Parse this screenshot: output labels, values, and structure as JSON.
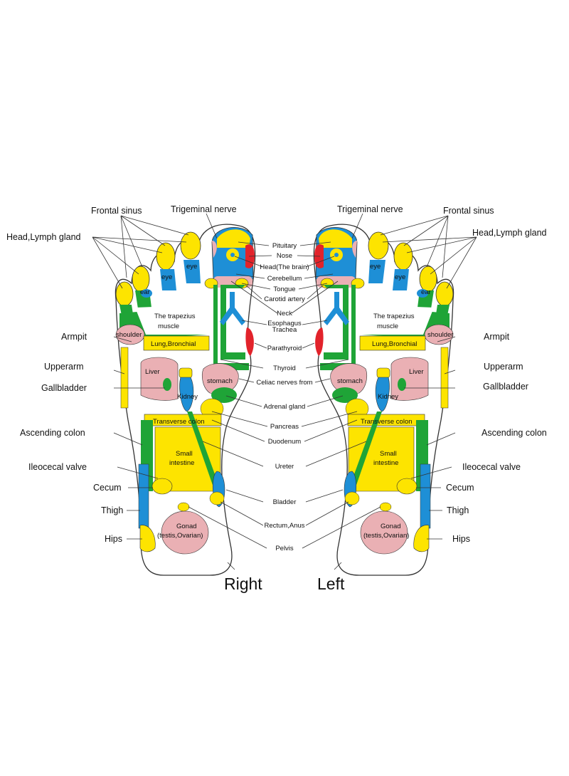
{
  "colors": {
    "yellow": "#fde400",
    "blue": "#1e8fd6",
    "green": "#1fa437",
    "pink": "#eab0b4",
    "red": "#e2232b",
    "outline": "#333333",
    "background": "#ffffff"
  },
  "feet": {
    "right": {
      "caption": "Right",
      "labels": {
        "frontal_sinus": "Frontal sinus",
        "trigeminal_nerve": "Trigeminal nerve",
        "head_lymph_gland": "Head,Lymph gland",
        "armpit": "Armpit",
        "upperarm": "Upperarm",
        "gallbladder": "Gallbladder",
        "ascending_colon": "Ascending colon",
        "ileocecal_valve": "Ileocecal valve",
        "cecum": "Cecum",
        "thigh": "Thigh",
        "hips": "Hips"
      }
    },
    "left": {
      "caption": "Left",
      "labels": {
        "frontal_sinus": "Frontal sinus",
        "trigeminal_nerve": "Trigeminal nerve",
        "head_lymph_gland": "Head,Lymph gland",
        "armpit": "Armpit",
        "upperarm": "Upperarm",
        "gallbladder": "Gallbladder",
        "ascending_colon": "Ascending colon",
        "ileocecal_valve": "Ileocecal valve",
        "cecum": "Cecum",
        "thigh": "Thigh",
        "hips": "Hips"
      }
    }
  },
  "center_labels": {
    "pituitary": "Pituitary",
    "nose": "Nose",
    "head_brain": "Head(The brain)",
    "cerebellum": "Cerebellum",
    "tongue": "Tongue",
    "carotid_artery": "Carotid artery",
    "neck": "Neck",
    "esophagus": "Esophagus",
    "trachea": "Trachea",
    "parathyroid": "Parathyroid",
    "thyroid": "Thyroid",
    "celiac_nerves": "Celiac nerves from",
    "adrenal_gland": "Adrenal gland",
    "pancreas": "Pancreas",
    "duodenum": "Duodenum",
    "ureter": "Ureter",
    "bladder": "Bladder",
    "rectum_anus": "Rectum,Anus",
    "pelvis": "Pelvis"
  },
  "zone_labels": {
    "eye": "eye",
    "ear": "ear",
    "trapezius_1": "The trapezius",
    "trapezius_2": "muscle",
    "shoulder": "shoulder",
    "lung_bronchial": "Lung,Bronchial",
    "liver": "Liver",
    "stomach": "stomach",
    "kidney": "Kidney",
    "transverse_colon": "Transverse colon",
    "small_intestine_1": "Small",
    "small_intestine_2": "intestine",
    "gonad_1": "Gonad",
    "gonad_2": "(testis,Ovarian)"
  }
}
